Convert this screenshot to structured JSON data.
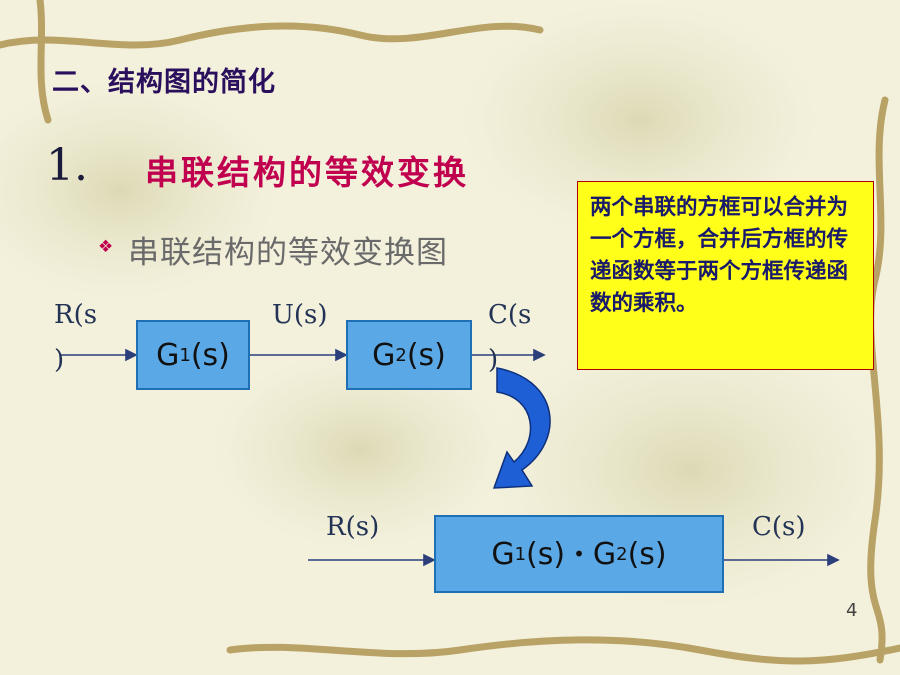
{
  "heading": "二、结构图的简化",
  "item": {
    "number": "1.",
    "title": "串联结构的等效变换"
  },
  "bullet": {
    "marker": "❖",
    "text": "串联结构的等效变换图"
  },
  "diagram_top": {
    "input_label_line1": "R(s",
    "input_label_line2": ")",
    "middle_label": "U(s)",
    "output_label_line1": "C(s",
    "output_label_line2": ")",
    "block1": {
      "name": "G",
      "sub": "1",
      "arg": "(s)"
    },
    "block2": {
      "name": "G",
      "sub": "2",
      "arg": "(s)"
    }
  },
  "diagram_bottom": {
    "input_label": "R(s)",
    "output_label": "C(s)",
    "block": {
      "part1_name": "G",
      "part1_sub": "1",
      "part1_arg": "(s)",
      "operator": "•",
      "part2_name": "G",
      "part2_sub": "2",
      "part2_arg": "(s)"
    }
  },
  "note": "两个串联的方框可以合并为一个方框，合并后方框的传递函数等于两个方框传递函数的乘积。",
  "page_number": "4",
  "colors": {
    "block_fill": "#5aa8e6",
    "note_fill": "#ffff1a",
    "title": "#c0004e",
    "arrow": "#1f5fd6"
  }
}
